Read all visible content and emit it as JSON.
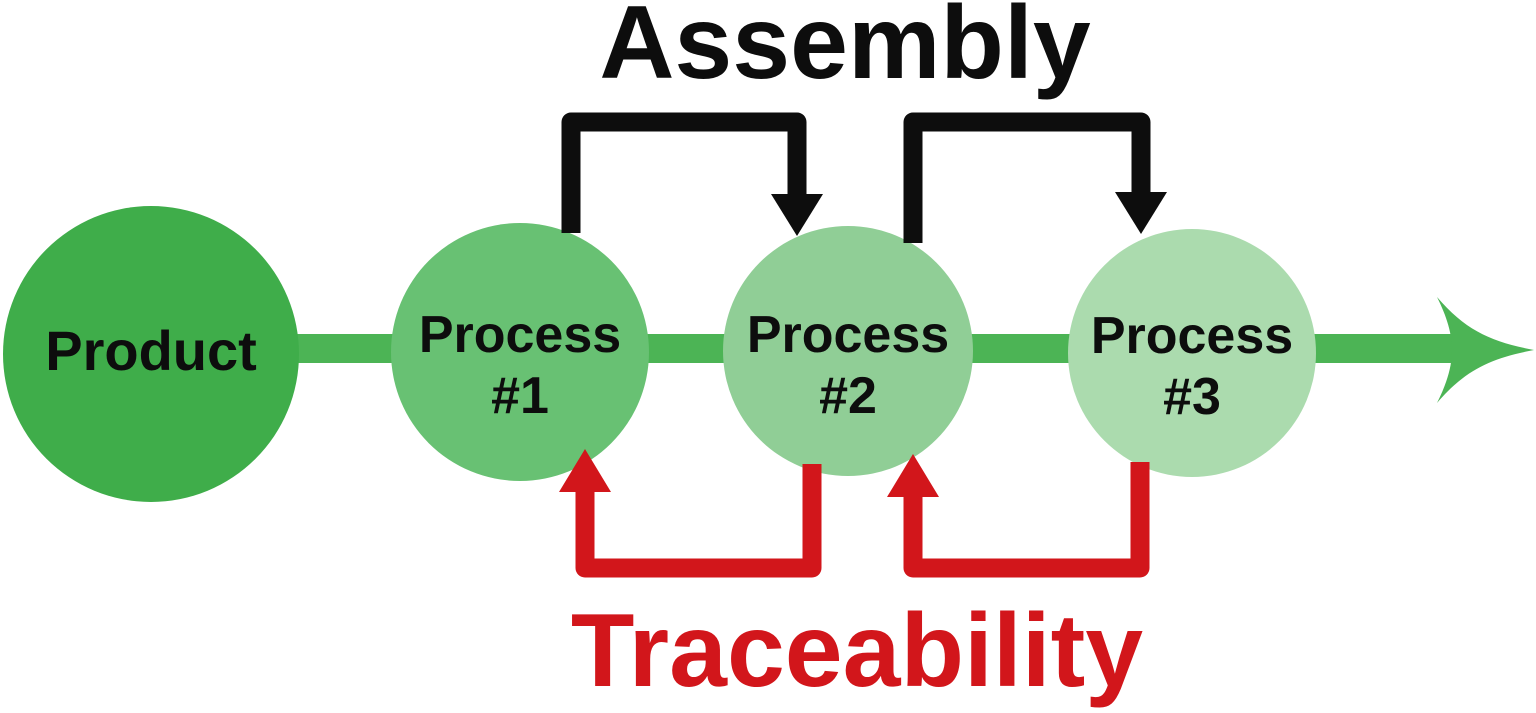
{
  "diagram": {
    "title_top": "Assembly",
    "title_bottom": "Traceability",
    "description": "Product flow through three processes; black assembly arrows point forward over the top, red traceability arrows point backward underneath",
    "flow_direction": "left-to-right"
  },
  "nodes": [
    {
      "id": "product",
      "label": "Product"
    },
    {
      "id": "process-1",
      "line1": "Process",
      "line2": "#1"
    },
    {
      "id": "process-2",
      "line1": "Process",
      "line2": "#2"
    },
    {
      "id": "process-3",
      "line1": "Process",
      "line2": "#3"
    }
  ],
  "colors": {
    "background": "#ffffff",
    "black": "#0d0d0d",
    "red": "#d2161b",
    "flow_green": "#4cb455",
    "product_green": "#3fad4a",
    "process1_green": "#68c173",
    "process2_green": "#90ce96",
    "process3_green": "#abdbae",
    "text_black": "#0d0d0d"
  }
}
